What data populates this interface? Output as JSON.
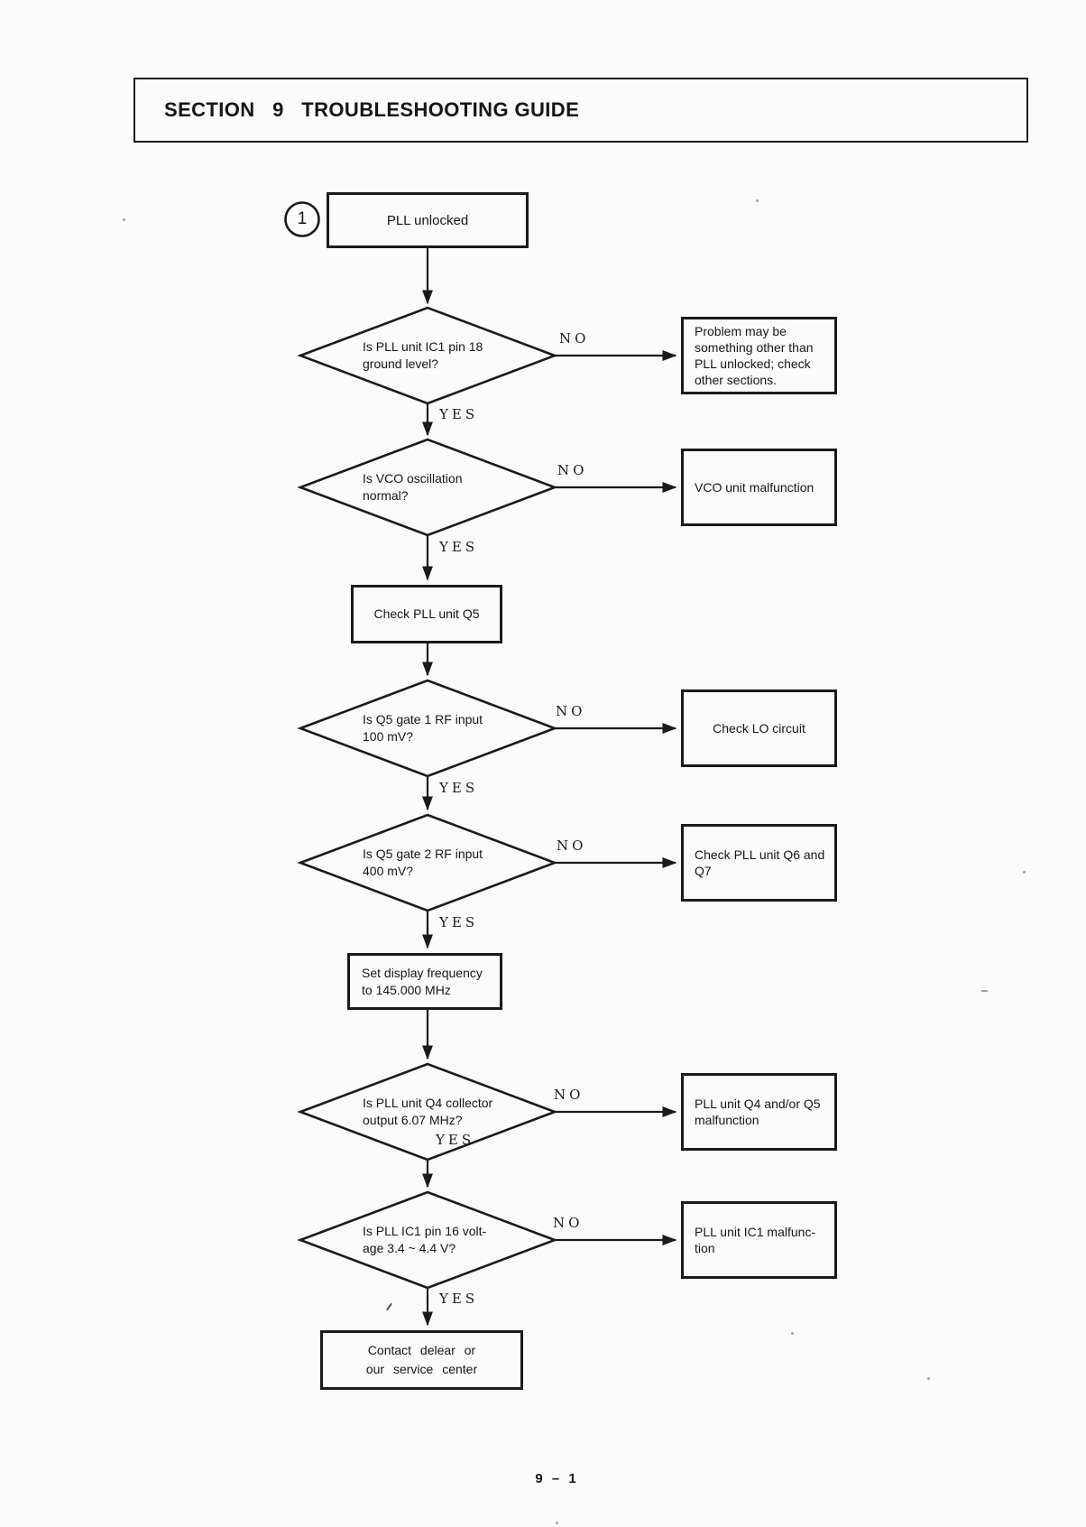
{
  "page": {
    "section_title": "SECTION   9   TROUBLESHOOTING GUIDE",
    "page_number": "9 – 1",
    "start_marker": "1"
  },
  "labels": {
    "yes": "YES",
    "no": "NO"
  },
  "nodes": {
    "start": "PLL unlocked",
    "process_check_q5": "Check PLL unit Q5",
    "process_set_frequency": "Set display frequency\nto 145.000 MHz",
    "end": "Contact delear or\nour service center"
  },
  "decisions": [
    {
      "question": "Is PLL unit IC1 pin 18\nground level?",
      "no_result": "Problem may be\nsomething other than\nPLL unlocked; check\nother sections."
    },
    {
      "question": "Is VCO oscillation\nnormal?",
      "no_result": "VCO unit malfunction"
    },
    {
      "question": "Is Q5 gate 1 RF input\n100 mV?",
      "no_result": "Check LO circuit"
    },
    {
      "question": "Is Q5 gate 2 RF input\n400 mV?",
      "no_result": "Check PLL unit Q6 and\nQ7"
    },
    {
      "question": "Is PLL unit Q4 collector\noutput 6.07 MHz?",
      "no_result": "PLL unit Q4 and/or Q5\nmalfunction"
    },
    {
      "question": "Is PLL IC1 pin 16 volt-\nage 3.4 ~ 4.4 V?",
      "no_result": "PLL unit IC1 malfunc-\ntion"
    }
  ]
}
